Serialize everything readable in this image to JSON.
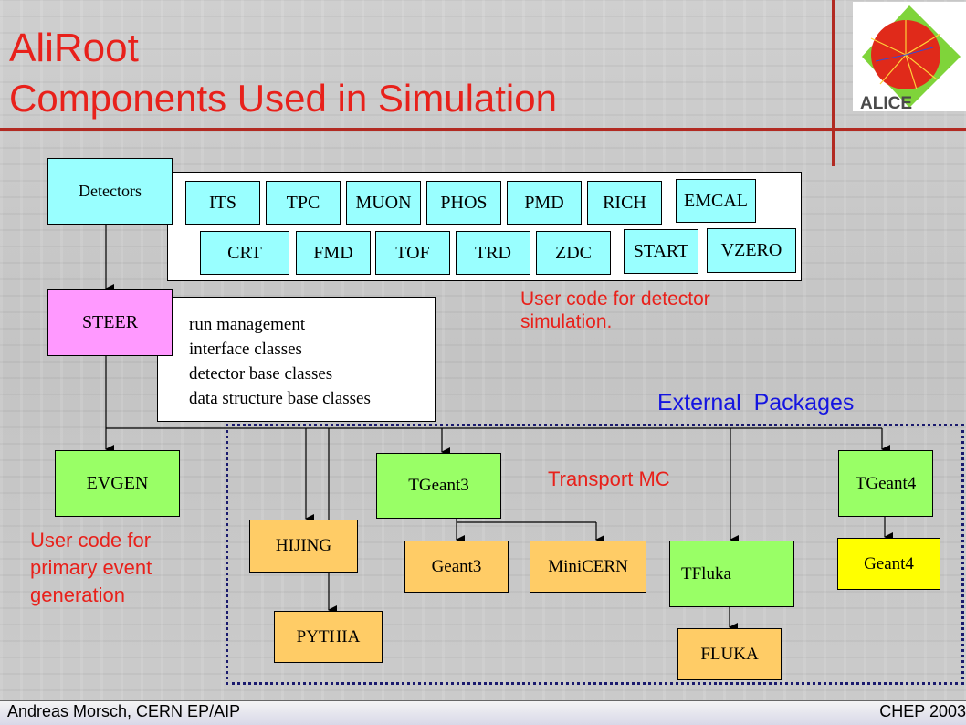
{
  "title": {
    "line1": "AliRoot",
    "line2": "Components Used in Simulation"
  },
  "detectors": {
    "label": "Detectors",
    "row1": [
      "ITS",
      "TPC",
      "MUON",
      "PHOS",
      "PMD",
      "RICH",
      "EMCAL"
    ],
    "row2": [
      "CRT",
      "FMD",
      "TOF",
      "TRD",
      "ZDC",
      "START",
      "VZERO"
    ]
  },
  "steer": {
    "label": "STEER",
    "items": [
      "run management",
      "interface classes",
      "detector base classes",
      "data structure base classes"
    ]
  },
  "notes": {
    "detector_sim": [
      "User code for detector",
      "simulation."
    ],
    "primary_gen": [
      "User code for",
      "primary event",
      "generation"
    ],
    "external": "External  Packages",
    "transport": "Transport MC"
  },
  "packages": {
    "evgen": "EVGEN",
    "hijing": "HIJING",
    "pythia": "PYTHIA",
    "tgeant3": "TGeant3",
    "geant3": "Geant3",
    "minicern": "MiniCERN",
    "tfluka": "TFluka",
    "fluka": "FLUKA",
    "tgeant4": "TGeant4",
    "geant4": "Geant4"
  },
  "footer": {
    "left": "Andreas Morsch, CERN EP/AIP",
    "right": "CHEP 2003"
  },
  "colors": {
    "title": "#e8211b",
    "accent_line": "#b22a22",
    "external": "#1515e0"
  }
}
